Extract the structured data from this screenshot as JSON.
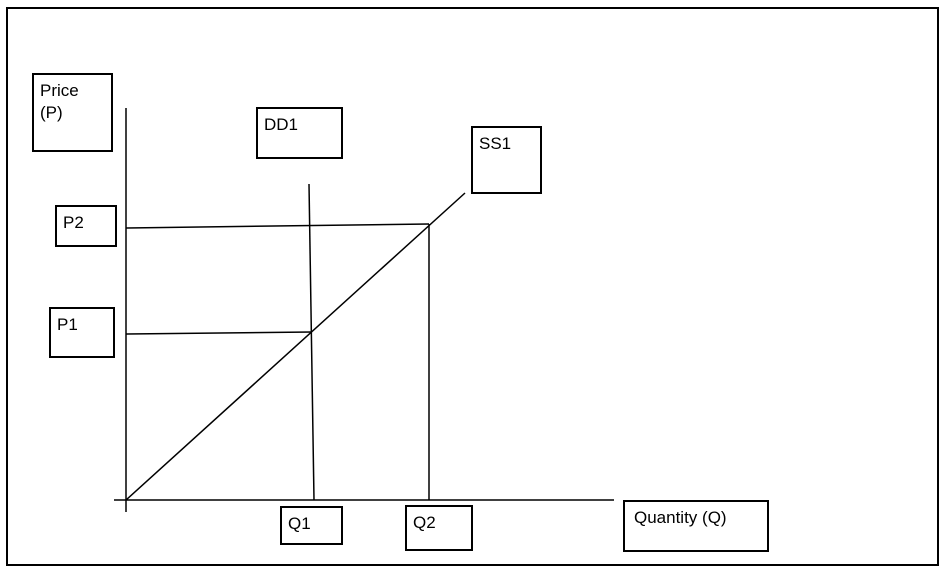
{
  "diagram": {
    "y_axis_label": "Price\n(P)",
    "x_axis_label": "Quantity (Q)",
    "demand_label": "DD1",
    "supply_label": "SS1",
    "price_labels": [
      "P2",
      "P1"
    ],
    "quantity_labels": [
      "Q1",
      "Q2"
    ],
    "line_color": "#000000"
  }
}
